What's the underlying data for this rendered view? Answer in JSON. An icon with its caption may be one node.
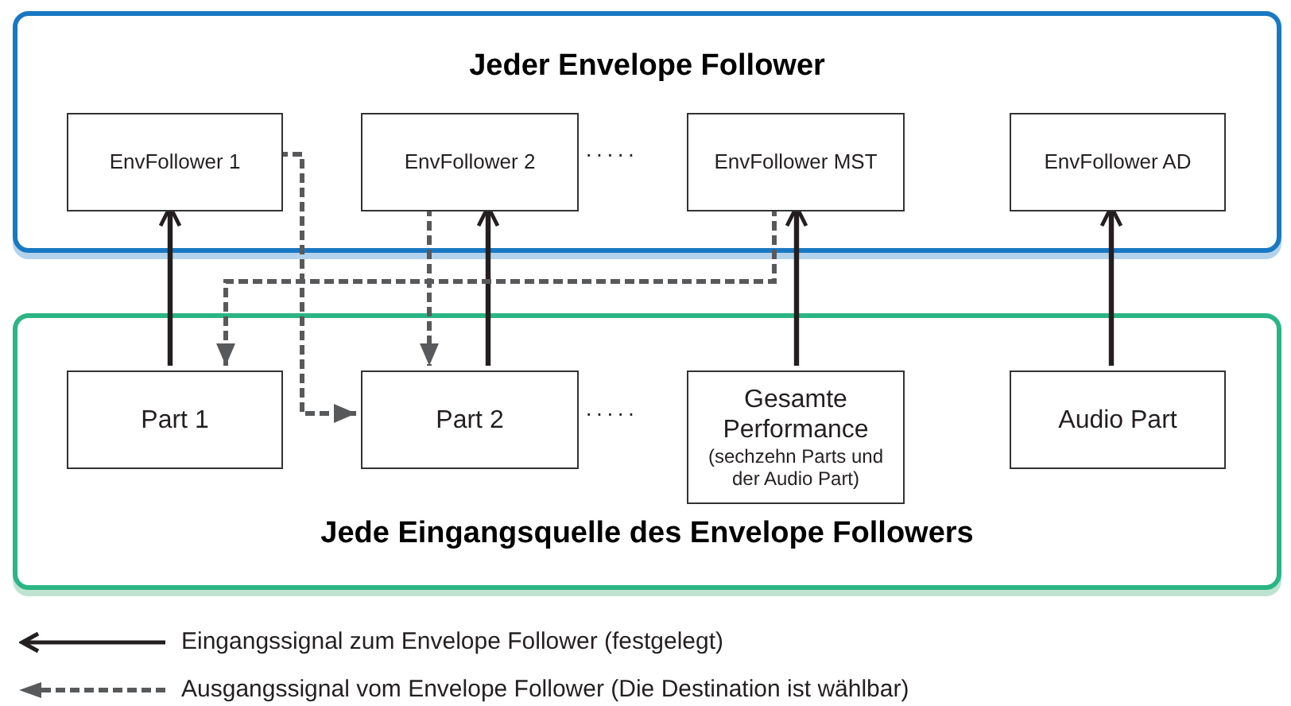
{
  "diagram": {
    "nodes": [
      {
        "text": [
          "Jeder Envelope Follower"
        ]
      },
      {
        "text": [
          "EnvFollower 1"
        ],
        "in": 0
      },
      {
        "text": [
          "EnvFollower 2"
        ],
        "in": 0
      },
      {
        "text": [
          "EnvFollower MST"
        ],
        "in": 0
      },
      {
        "text": [
          "EnvFollower AD"
        ],
        "in": 0
      },
      {
        "text": [
          "Jede Eingangsquelle des Envelope Followers"
        ]
      },
      {
        "text": [
          "Part 1"
        ],
        "in": 5
      },
      {
        "text": [
          "Part 2"
        ],
        "in": 5
      },
      {
        "text": [
          "Gesamte Performance",
          "(sechzehn Parts und der Audio Part)"
        ],
        "in": 5
      },
      {
        "text": [
          "Audio Part"
        ],
        "in": 5
      }
    ],
    "edges": [
      {
        "from": 6,
        "to": 1,
        "arrow": "to"
      },
      {
        "from": 7,
        "to": 2,
        "arrow": "to"
      },
      {
        "from": 8,
        "to": 3,
        "arrow": "to"
      },
      {
        "from": 9,
        "to": 4,
        "arrow": "to"
      },
      {
        "from": 1,
        "to": 7,
        "arrow": "to",
        "style": "dashed",
        "color": "#58595b"
      },
      {
        "from": 2,
        "to": 7,
        "arrow": "to",
        "style": "dashed",
        "color": "#58595b"
      },
      {
        "from": 3,
        "to": 6,
        "arrow": "to",
        "style": "dashed",
        "color": "#58595b"
      }
    ],
    "labels": [
      "·····",
      "·····"
    ],
    "legend": [
      {
        "text": "Eingangssignal zum Envelope Follower (festgelegt)"
      },
      {
        "text": "Ausgangssignal vom Envelope Follower (Die Destination ist wählbar)"
      }
    ]
  }
}
